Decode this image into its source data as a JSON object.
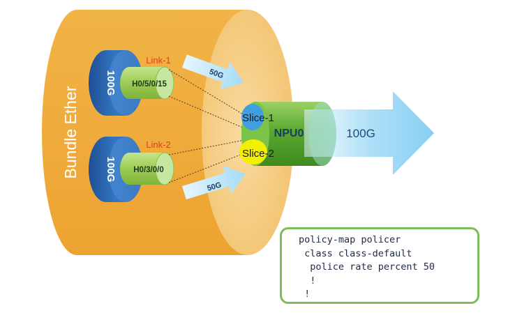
{
  "bundle": {
    "label": "Bundle Ether"
  },
  "links": [
    {
      "name": "Link-1",
      "port_speed": "100G",
      "interface": "H0/5/0/15",
      "traffic": "50G"
    },
    {
      "name": "Link-2",
      "port_speed": "100G",
      "interface": "H0/3/0/0",
      "traffic": "50G"
    }
  ],
  "npu": {
    "label": "NPU0",
    "slices": [
      "Slice-1",
      "Slice-2"
    ],
    "output_rate": "100G"
  },
  "config": {
    "lines": [
      "policy-map policer",
      " class class-default",
      "  police rate percent 50",
      "  !",
      " !"
    ]
  },
  "colors": {
    "bundle_orange": "#efab3a",
    "bundle_face": "#f6cf8a",
    "port_blue": "#2c68b1",
    "interface_green": "#9ccc55",
    "npu_green": "#5aa82e",
    "slice1_blue": "#3f9fe0",
    "slice2_yellow": "#f3f000",
    "arrow_blue": "#a9ddf7",
    "link_label_red": "#e0401f",
    "config_border": "#7cbc5a"
  }
}
